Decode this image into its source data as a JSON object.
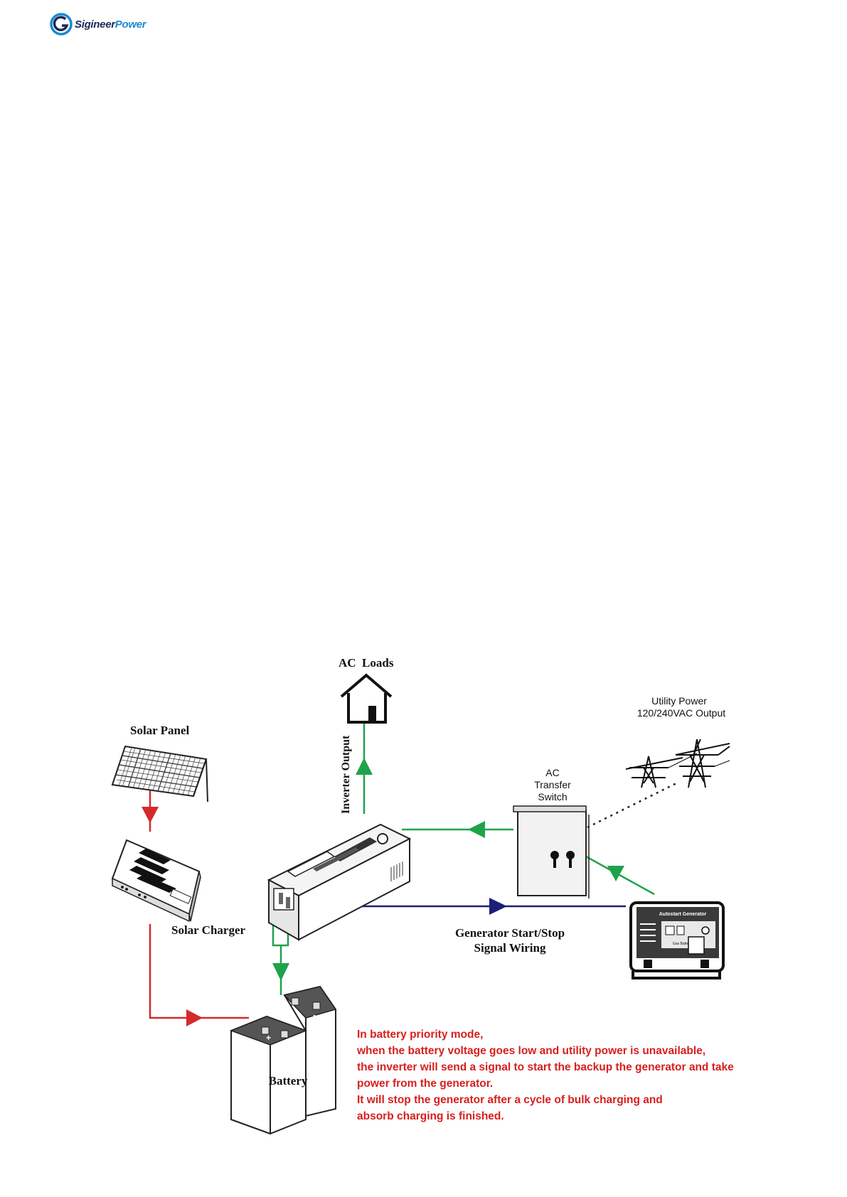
{
  "brand": {
    "name_part1": "Sigineer",
    "name_part2": "Power"
  },
  "labels": {
    "ac_loads": "AC  Loads",
    "inverter_output": "Inverter Output",
    "solar_panel": "Solar Panel",
    "solar_charger": "Solar Charger",
    "battery": "Battery",
    "utility_power_line1": "Utility Power",
    "utility_power_line2": "120/240VAC Output",
    "transfer_switch_line1": "AC",
    "transfer_switch_line2": "Transfer",
    "transfer_switch_line3": "Switch",
    "gen_signal_line1": "Generator Start/Stop",
    "gen_signal_line2": "Signal Wiring",
    "generator_panel": "Autostart Generator",
    "generator_sub": "Gas Battery"
  },
  "note_lines": [
    "In battery priority mode,",
    "when the battery voltage goes low and utility power is unavailable,",
    "the inverter will send a signal to start the backup the generator and take",
    "power from the generator.",
    "It will stop the generator after a cycle of bulk charging and",
    "absorb charging is finished."
  ],
  "colors": {
    "dc_line": "#d42a2a",
    "ac_line": "#1fa34a",
    "signal_line": "#1c1f7a",
    "note_text": "#d81e1e"
  }
}
